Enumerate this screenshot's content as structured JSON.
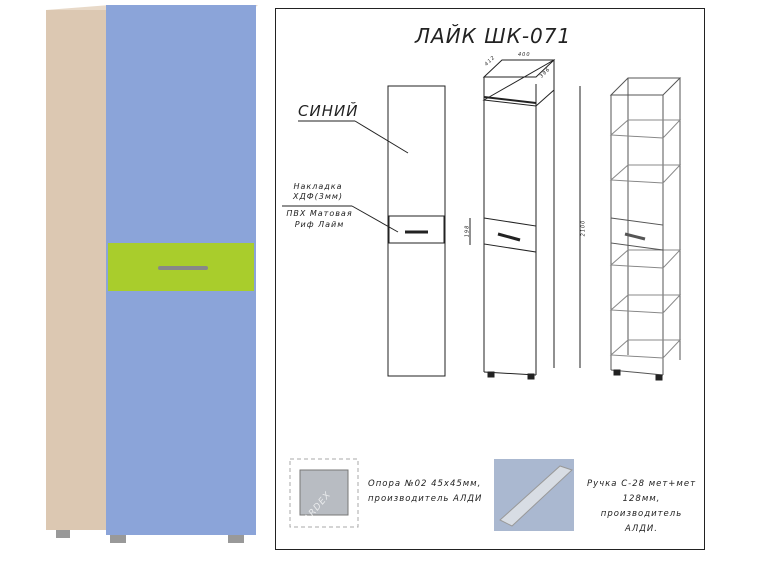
{
  "title": "ЛАЙК ШК-071",
  "labels": {
    "color": "СИНИЙ",
    "overlay_line1": "Накладка",
    "overlay_line2": "ХДФ(3мм)",
    "pvc_line1": "ПВХ Матовая",
    "pvc_line2": "Риф Лайм"
  },
  "dimensions": {
    "depth": "412",
    "width": "400",
    "inner_width": "396",
    "height": "2100",
    "drawer_height": "198"
  },
  "parts": [
    {
      "name": "Опора №02 45х45мм,",
      "detail": "производитель АЛДИ"
    },
    {
      "name": "Ручка С-28 мет+мет",
      "detail": "128мм, производитель",
      "detail2": "АЛДИ."
    }
  ],
  "watermark": "ARDEX",
  "colors": {
    "body": "#ddc9b4",
    "door": "#8aa3d8",
    "lime": "#a8cc2a"
  }
}
